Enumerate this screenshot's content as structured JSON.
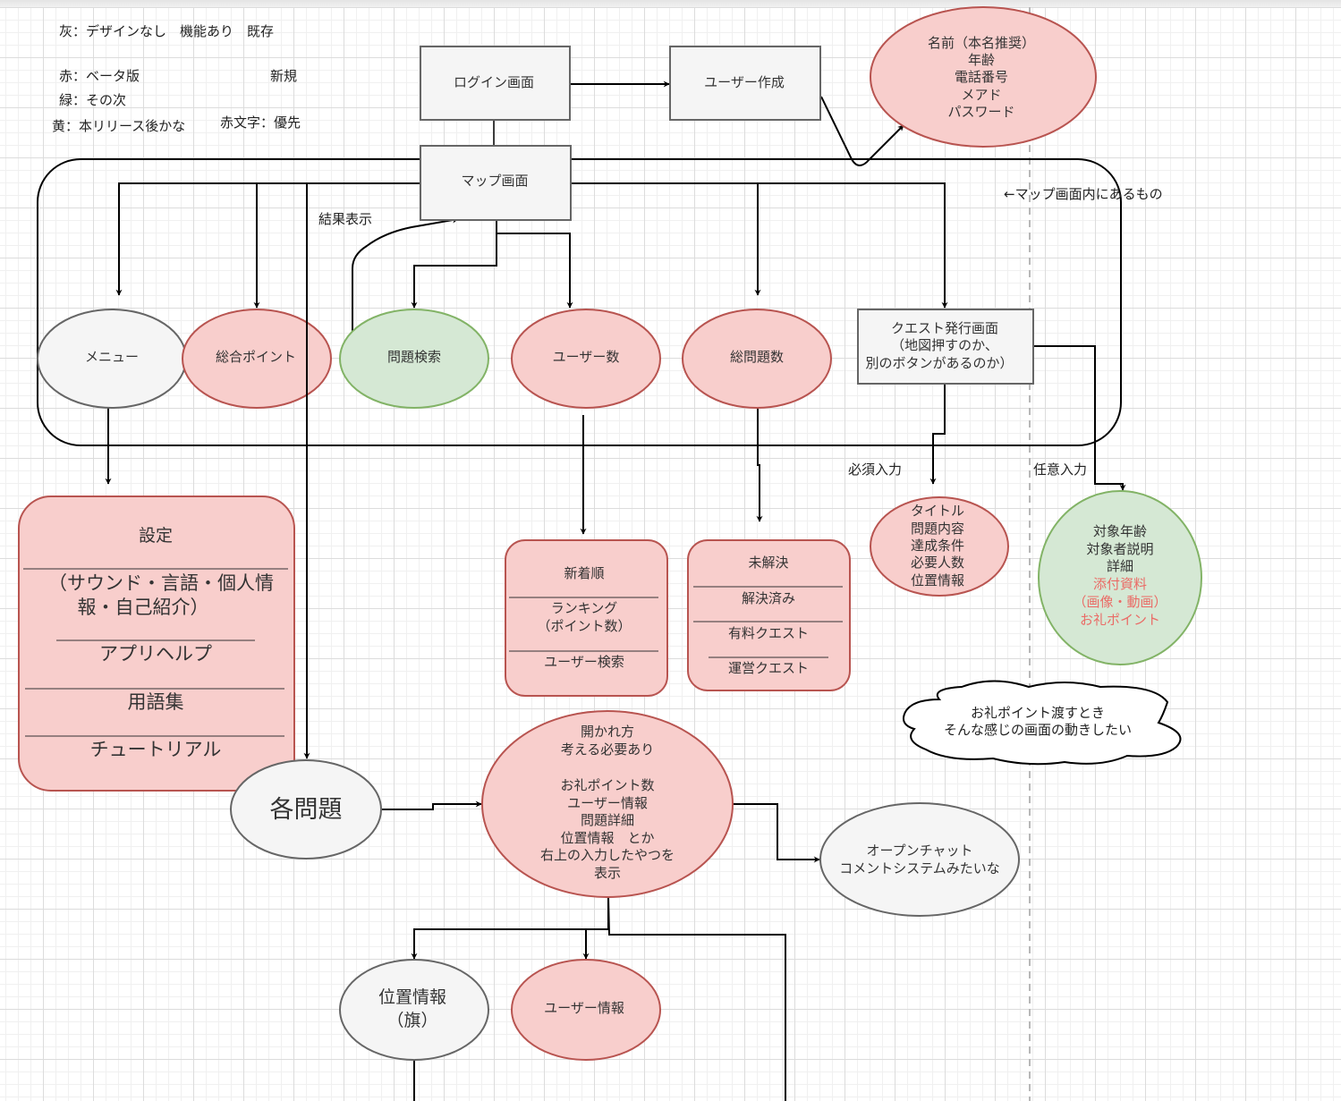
{
  "legend": {
    "gray": "灰：デザインなし　機能あり　既存",
    "red": "赤：ベータ版",
    "red_right": "新規",
    "green": "緑：その次",
    "yellow": "黄：本リリース後かな",
    "red_text": "赤文字：優先"
  },
  "colors": {
    "gray_fill": "#f5f5f5",
    "gray_stroke": "#666666",
    "red_fill": "#f8cecc",
    "red_stroke": "#b85450",
    "green_fill": "#d5e8d4",
    "green_stroke": "#82b366",
    "priority_text": "#ea6b66"
  },
  "nodes": {
    "login": "ログイン画面",
    "user_create": "ユーザー作成",
    "user_fields": [
      "名前（本名推奨）",
      "年齢",
      "電話番号",
      "メアド",
      "パスワード"
    ],
    "map": "マップ画面",
    "map_contents_note": "←マップ画面内にあるもの",
    "result_label": "結果表示",
    "menu": "メニュー",
    "total_points": "総合ポイント",
    "question_search": "問題検索",
    "user_count": "ユーザー数",
    "total_questions": "総問題数",
    "quest_issue": [
      "クエスト発行画面",
      "（地図押すのか、",
      "別のボタンがあるのか）"
    ],
    "required_label": "必須入力",
    "optional_label": "任意入力",
    "required_fields": [
      "タイトル",
      "問題内容",
      "達成条件",
      "必要人数",
      "位置情報"
    ],
    "optional_fields": [
      "対象年齢",
      "対象者説明",
      "詳細"
    ],
    "optional_priority_fields": [
      "添付資料",
      "（画像・動画）",
      "お礼ポイント"
    ],
    "settings": {
      "title": "設定",
      "items": [
        "（サウンド・言語・個人情",
        "報・自己紹介）",
        "アプリヘルプ",
        "用語集",
        "チュートリアル"
      ]
    },
    "user_list": [
      "新着順",
      "ランキング",
      "（ポイント数）",
      "ユーザー検索"
    ],
    "question_list": [
      "未解決",
      "解決済み",
      "有料クエスト",
      "運営クエスト"
    ],
    "cloud_note": [
      "お礼ポイント渡すとき",
      "そんな感じの画面の動きしたい"
    ],
    "each_question": "各問題",
    "question_detail": [
      "開かれ方",
      "考える必要あり",
      "",
      "お礼ポイント数",
      "ユーザー情報",
      "問題詳細",
      "位置情報　とか",
      "右上の入力したやつを",
      "表示"
    ],
    "open_chat": [
      "オープンチャット",
      "コメントシステムみたいな"
    ],
    "location_flag": [
      "位置情報",
      "（旗）"
    ],
    "user_info": "ユーザー情報"
  }
}
